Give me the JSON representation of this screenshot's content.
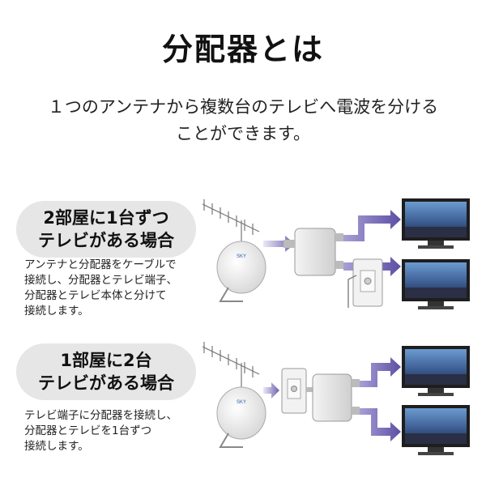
{
  "title": "分配器とは",
  "description": {
    "line1": "１つのアンテナから複数台のテレビへ電波を分ける",
    "line2": "ことができます。"
  },
  "cases": [
    {
      "heading_line1": "2部屋に1台ずつ",
      "heading_line2": "テレビがある場合",
      "note_lines": [
        "アンテナと分配器をケーブルで",
        "接続し、分配器とテレビ端子、",
        "分配器とテレビ本体と分けて",
        "接続します。"
      ]
    },
    {
      "heading_line1": "1部屋に2台",
      "heading_line2": "テレビがある場合",
      "note_lines": [
        "テレビ端子に分配器を接続し、",
        "分配器とテレビを1台ずつ",
        "接続します。"
      ]
    }
  ],
  "colors": {
    "pill_bg": "#e6e6e6",
    "arrow": "#7a6bb8",
    "arrow_light": "#d9d2f0"
  },
  "icons": [
    "antenna-icon",
    "satellite-dish-icon",
    "splitter-icon",
    "wall-outlet-icon",
    "television-icon"
  ]
}
